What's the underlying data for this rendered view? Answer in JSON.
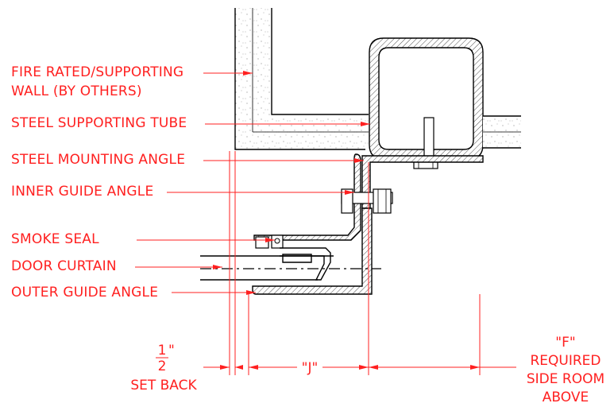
{
  "labels": {
    "wall_line1": "FIRE RATED/SUPPORTING",
    "wall_line2": "WALL (BY OTHERS)",
    "tube": "STEEL SUPPORTING TUBE",
    "mount_angle": "STEEL MOUNTING ANGLE",
    "inner_guide": "INNER GUIDE ANGLE",
    "smoke_seal": "SMOKE SEAL",
    "curtain": "DOOR CURTAIN",
    "outer_guide": "OUTER GUIDE ANGLE"
  },
  "dimensions": {
    "setback_num": "1",
    "setback_den": "2",
    "setback_unit": "\"",
    "setback_label": "SET BACK",
    "j_label": "\"J\"",
    "f_line1": "\"F\"",
    "f_line2": "REQUIRED",
    "f_line3": "SIDE ROOM",
    "f_line4": "ABOVE"
  },
  "colors": {
    "annotation": "#ff2020",
    "linework": "#000000"
  }
}
